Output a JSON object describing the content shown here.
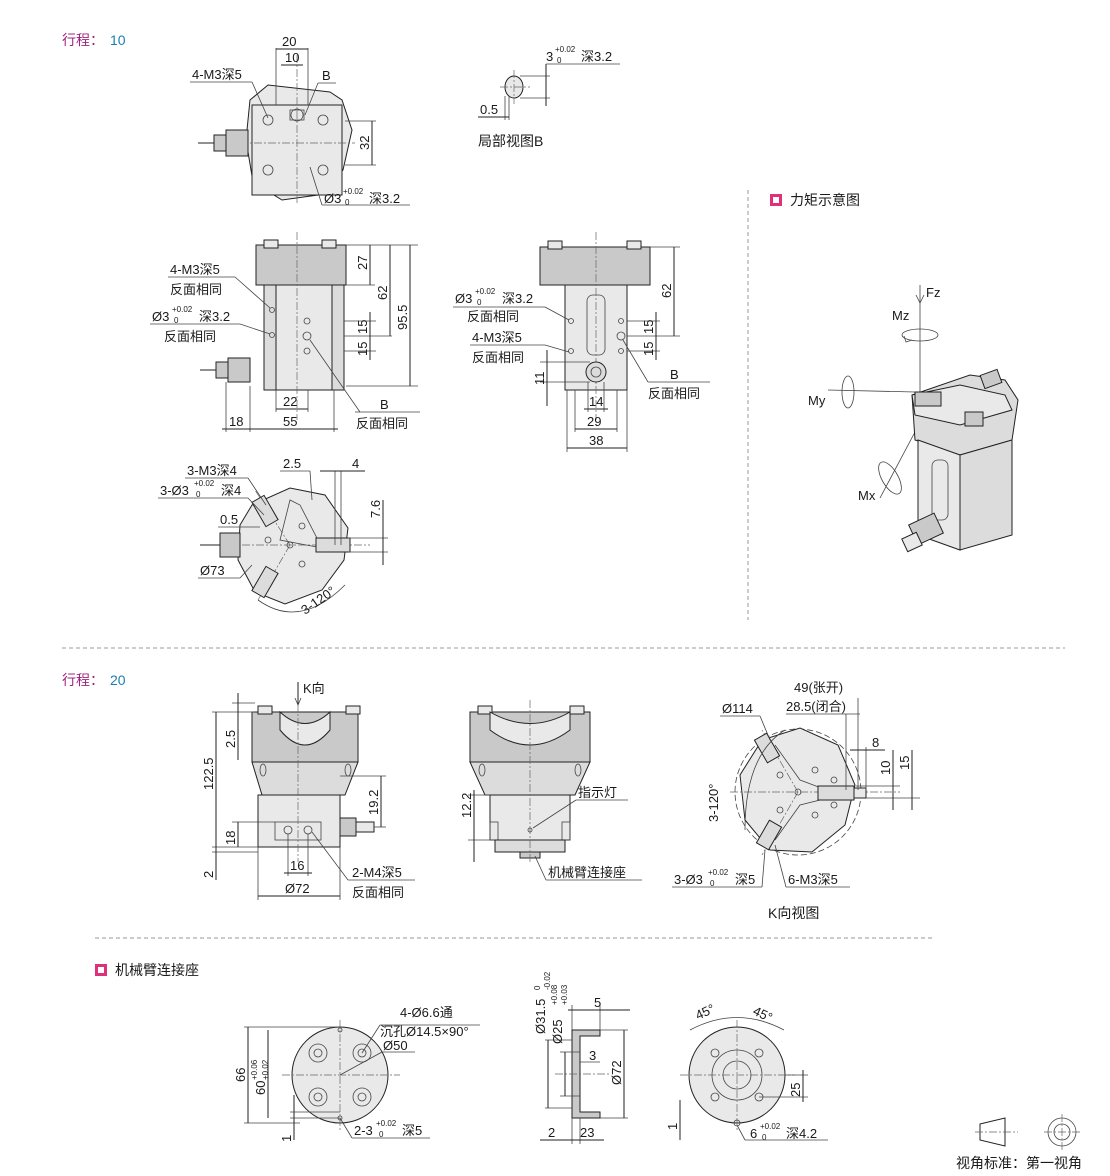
{
  "stroke10": {
    "header_label": "行程：",
    "header_value": "10",
    "top": {
      "d20": "20",
      "d10": "10",
      "hole_m3": "4-M3深5",
      "b": "B",
      "d32": "32",
      "pin_hole": "Ø3",
      "pin_tol_up": "+0.02",
      "pin_tol_low": "0",
      "pin_depth": "深3.2"
    },
    "detail_b": {
      "tol_prefix": "3",
      "tol_up": "+0.02",
      "tol_low": "0",
      "depth": "深3.2",
      "d05": "0.5",
      "title": "局部视图B"
    },
    "front": {
      "m3": "4-M3深5",
      "reverse1": "反面相同",
      "pin": "Ø3",
      "pin_tol_up": "+0.02",
      "pin_tol_low": "0",
      "pin_depth": "深3.2",
      "reverse2": "反面相同",
      "d27": "27",
      "d62": "62",
      "d955": "95.5",
      "d15a": "15",
      "d15b": "15",
      "d22": "22",
      "d18": "18",
      "d55": "55",
      "b": "B",
      "reverse3": "反面相同"
    },
    "side": {
      "pin": "Ø3",
      "pin_tol_up": "+0.02",
      "pin_tol_low": "0",
      "pin_depth": "深3.2",
      "reverse1": "反面相同",
      "m3": "4-M3深5",
      "reverse2": "反面相同",
      "d62": "62",
      "d15a": "15",
      "d15b": "15",
      "d11": "11",
      "d14": "14",
      "d29": "29",
      "d38": "38",
      "b": "B",
      "reverse3": "反面相同"
    },
    "bottom": {
      "m3": "3-M3深4",
      "pin": "3-Ø3",
      "pin_tol_up": "+0.02",
      "pin_tol_low": "0",
      "pin_depth": "深4",
      "d05": "0.5",
      "d25": "2.5",
      "d4": "4",
      "d76": "7.6",
      "d73": "Ø73",
      "angle": "3-120°"
    },
    "moment": {
      "title": "力矩示意图",
      "fz": "Fz",
      "mz": "Mz",
      "my": "My",
      "mx": "Mx"
    }
  },
  "stroke20": {
    "header_label": "行程：",
    "header_value": "20",
    "front": {
      "k_dir": "K向",
      "d25": "2.5",
      "d1225": "122.5",
      "d18": "18",
      "d2": "2",
      "d192": "19.2",
      "d16": "16",
      "d72": "Ø72",
      "m4": "2-M4深5",
      "reverse": "反面相同"
    },
    "side": {
      "d122": "12.2",
      "indicator": "指示灯",
      "arm_seat": "机械臂连接座"
    },
    "kview": {
      "open": "49(张开)",
      "closed": "28.5(闭合)",
      "d114": "Ø114",
      "d8": "8",
      "d10": "10",
      "d15": "15",
      "angle": "3-120°",
      "pin": "3-Ø3",
      "pin_tol_up": "+0.02",
      "pin_tol_low": "0",
      "pin_depth": "深5",
      "m3": "6-M3深5",
      "title": "K向视图"
    }
  },
  "arm_seat": {
    "title": "机械臂连接座",
    "front": {
      "holes": "4-Ø6.6通",
      "counterbore": "沉孔Ø14.5×90°",
      "d50": "Ø50",
      "d66": "66",
      "d60": "60",
      "d60_tol_up": "+0.06",
      "d60_tol_low": "+0.02",
      "d1": "1",
      "pin": "2-3",
      "pin_tol_up": "+0.02",
      "pin_tol_low": "0",
      "pin_depth": "深5"
    },
    "section": {
      "d315": "Ø31.5",
      "d315_tol_up": "0",
      "d315_tol_low": "-0.02",
      "d25": "Ø25",
      "d25_tol_up": "+0.08",
      "d25_tol_low": "+0.03",
      "d5": "5",
      "d3": "3",
      "d72": "Ø72",
      "d2": "2",
      "d23": "23"
    },
    "back": {
      "a45a": "45°",
      "a45b": "45°",
      "d25": "25",
      "d1": "1",
      "pin": "6",
      "pin_tol_up": "+0.02",
      "pin_tol_low": "0",
      "pin_depth": "深4.2"
    }
  },
  "projection": {
    "label": "视角标准：第一视角"
  }
}
